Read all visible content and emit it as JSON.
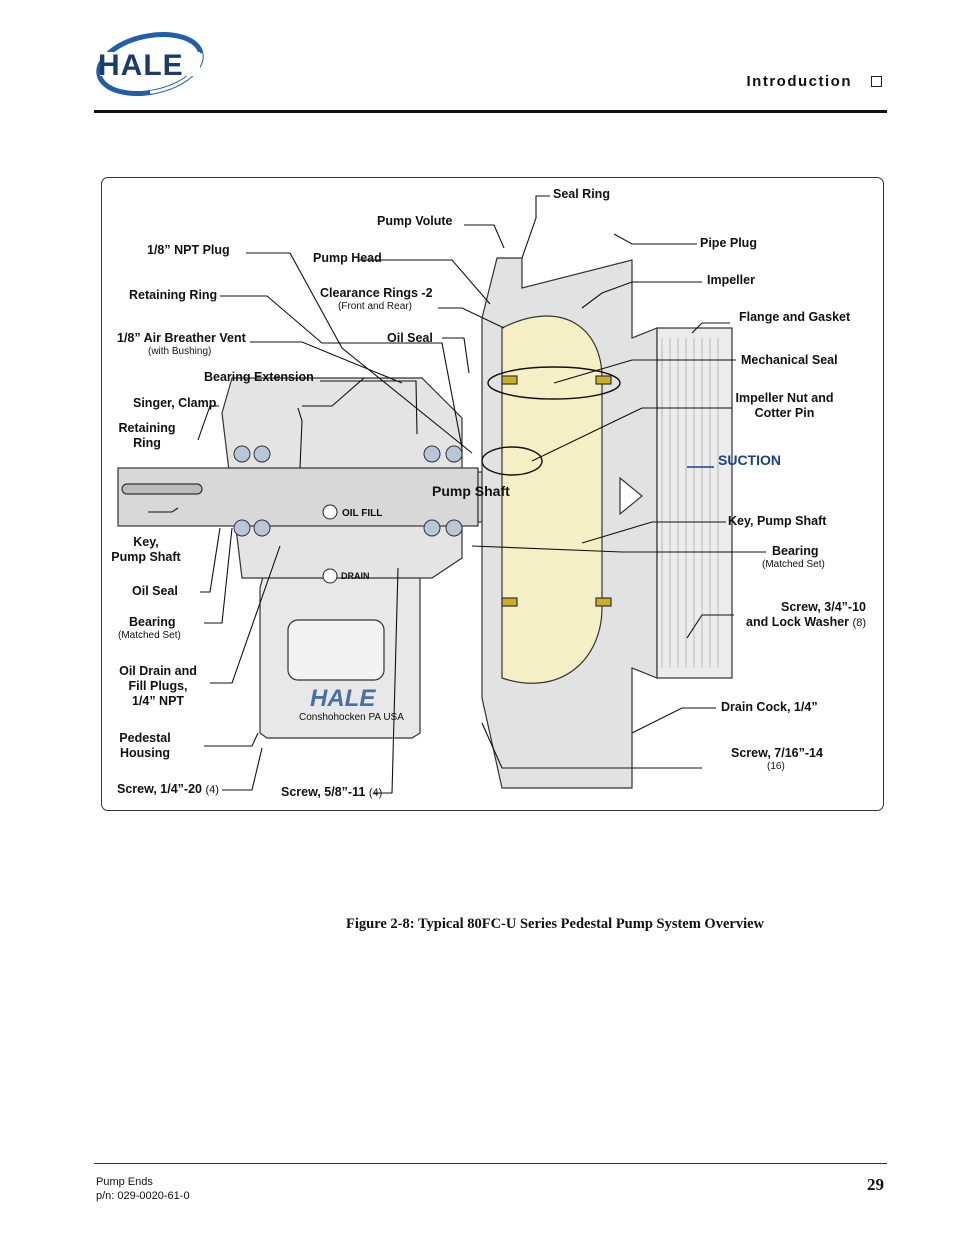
{
  "header": {
    "logo_text": "HALE",
    "section_title": "Introduction"
  },
  "figure": {
    "labels": {
      "seal_ring": "Seal Ring",
      "pump_volute": "Pump Volute",
      "npt_plug": "1/8” NPT Plug",
      "pump_head": "Pump Head",
      "pipe_plug": "Pipe Plug",
      "impeller": "Impeller",
      "retaining_ring": "Retaining Ring",
      "clearance_rings": "Clearance Rings -2",
      "clearance_rings_sub": "(Front and Rear)",
      "flange_gasket": "Flange and Gasket",
      "air_breather_vent": "1/8” Air Breather Vent",
      "air_breather_vent_sub": "(with Bushing)",
      "oil_seal_top": "Oil Seal",
      "mechanical_seal": "Mechanical Seal",
      "bearing_extension": "Bearing Extension",
      "impeller_nut_1": "Impeller Nut and",
      "impeller_nut_2": "Cotter Pin",
      "singer_clamp": "Singer, Clamp",
      "retaining_ring_left_1": "Retaining",
      "retaining_ring_left_2": "Ring",
      "suction": "SUCTION",
      "pump_shaft": "Pump Shaft",
      "oil_fill": "OIL FILL",
      "drain": "DRAIN",
      "key_left_1": "Key,",
      "key_left_2": "Pump Shaft",
      "key_right": "Key, Pump Shaft",
      "bearing_right": "Bearing",
      "bearing_right_sub": "(Matched Set)",
      "oil_seal_bottom": "Oil Seal",
      "screw_34_1": "Screw, 3/4”-10",
      "screw_34_2": "and Lock Washer",
      "screw_34_qty": "(8)",
      "bearing_left": "Bearing",
      "bearing_left_sub": "(Matched Set)",
      "oil_drain_1": "Oil Drain and",
      "oil_drain_2": "Fill Plugs,",
      "oil_drain_3": "1/4” NPT",
      "housing_logo": "HALE",
      "housing_city": "Conshohocken PA USA",
      "drain_cock": "Drain Cock, 1/4”",
      "pedestal_1": "Pedestal",
      "pedestal_2": "Housing",
      "screw_716": "Screw, 7/16”-14",
      "screw_716_qty": "(16)",
      "screw_14": "Screw, 1/4”-20",
      "screw_14_qty": "(4)",
      "screw_58": "Screw, 5/8”-11",
      "screw_58_qty": "(4)"
    },
    "caption": "Figure 2-8: Typical 80FC-U Series Pedestal Pump System Overview"
  },
  "footer": {
    "doc_name": "Pump Ends",
    "part_number": "p/n: 029-0020-61-0",
    "page_number": "29"
  },
  "colors": {
    "logo_blue": "#1f5fa8",
    "suction_blue": "#1a3f8f",
    "impeller_fill": "#f4efc4",
    "casting_fill": "#e4e4e4",
    "ring_yellow": "#c9b020"
  }
}
